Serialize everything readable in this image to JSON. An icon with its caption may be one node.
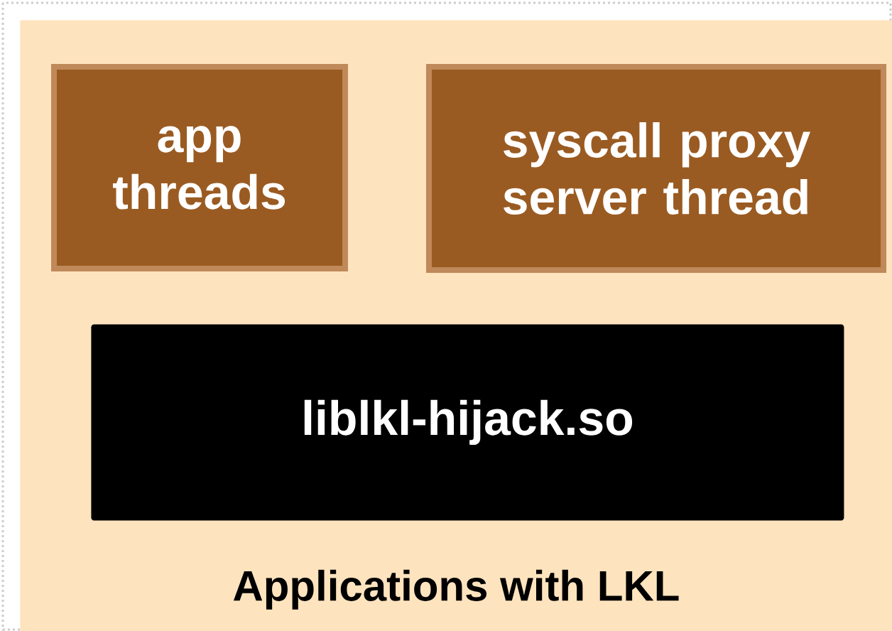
{
  "diagram": {
    "nodes": [
      {
        "text": [
          "Applications with LKL"
        ]
      },
      {
        "text": [
          "app threads"
        ],
        "in": 0
      },
      {
        "text": [
          "syscall proxy server thread"
        ],
        "in": 0
      },
      {
        "text": [
          "liblkl-hijack.so"
        ],
        "in": 0
      }
    ]
  }
}
